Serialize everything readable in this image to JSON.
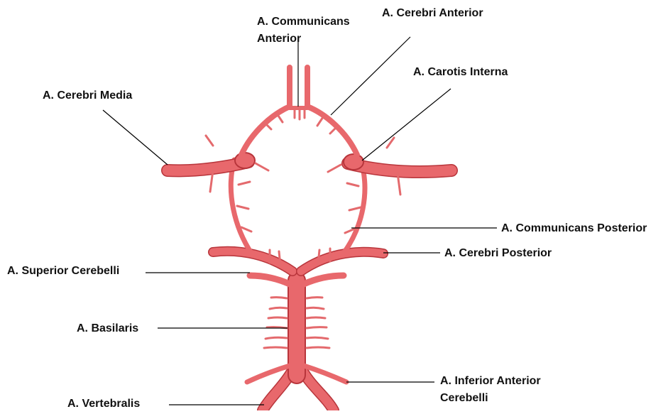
{
  "labels": {
    "comm_anterior_1": "A. Communicans",
    "comm_anterior_2": "Anterior",
    "cerebri_anterior": "A. Cerebri Anterior",
    "carotis_interna": "A. Carotis Interna",
    "cerebri_media": "A. Cerebri Media",
    "comm_posterior": "A. Communicans Posterior",
    "cerebri_posterior": "A. Cerebri Posterior",
    "superior_cerebelli": "A. Superior Cerebelli",
    "basilaris": "A. Basilaris",
    "inferior_anterior_1": "A. Inferior Anterior",
    "inferior_anterior_2": "Cerebelli",
    "vertebralis": "A. Vertebralis"
  },
  "colors": {
    "artery_fill": "#e8686c",
    "artery_edge": "#b8353b",
    "label_text": "#111111",
    "leader_line": "#000000",
    "background": "#ffffff"
  }
}
